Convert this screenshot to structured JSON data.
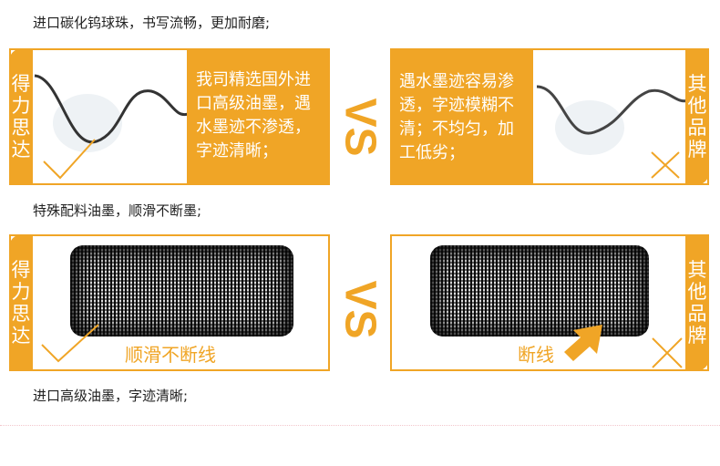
{
  "captions": [
    "进口碳化钨球珠，书写流畅，更加耐磨;",
    "特殊配料油墨，顺滑不断墨;",
    "进口高级油墨，字迹清晰;"
  ],
  "brand_left": "得力思达",
  "brand_right": "其他品牌",
  "vs": "VS",
  "row1": {
    "left_text": "我司精选国外进口高级油墨，遇水墨迹不渗透，字迹清晰；",
    "right_text": "遇水墨迹容易渗透，字迹模糊不清；不均匀，加工低劣；"
  },
  "row2": {
    "left_label": "顺滑不断线",
    "right_label": "断线"
  },
  "colors": {
    "accent": "#f0a526"
  }
}
